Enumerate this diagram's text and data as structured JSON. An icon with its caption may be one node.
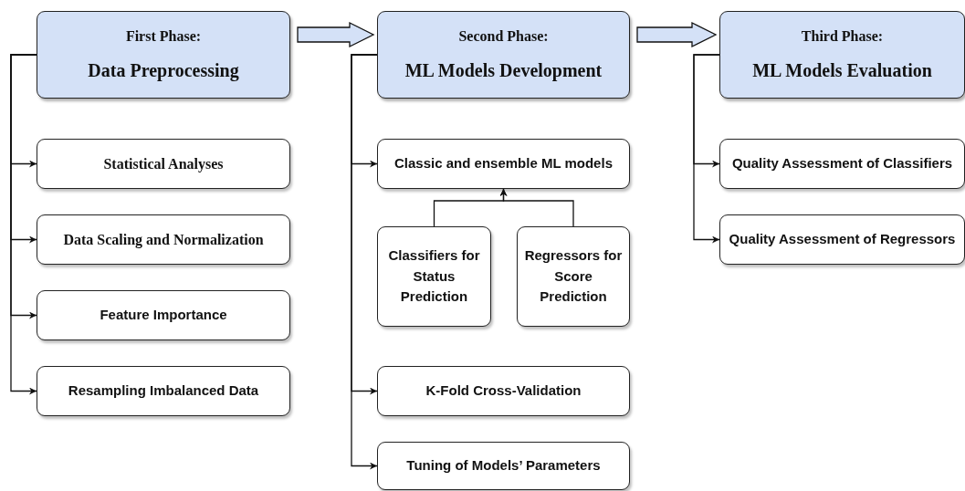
{
  "diagram": {
    "nodes": [
      {
        "text": [
          "First Phase:",
          "Data Preprocessing"
        ]
      },
      {
        "text": [
          "Second Phase:",
          "ML Models Development"
        ]
      },
      {
        "text": [
          "Third Phase:",
          "ML Models Evaluation"
        ]
      },
      {
        "text": [
          "Statistical Analyses"
        ]
      },
      {
        "text": [
          "Data Scaling and Normalization"
        ]
      },
      {
        "text": [
          "Feature Importance"
        ]
      },
      {
        "text": [
          "Resampling Imbalanced Data"
        ]
      },
      {
        "text": [
          "Classic and ensemble ML models"
        ]
      },
      {
        "text": [
          "Classifiers for Status Prediction"
        ]
      },
      {
        "text": [
          "Regressors for Score Prediction"
        ]
      },
      {
        "text": [
          "K-Fold Cross-Validation"
        ]
      },
      {
        "text": [
          "Tuning of Models’ Parameters"
        ]
      },
      {
        "text": [
          "Quality Assessment of Classifiers"
        ]
      },
      {
        "text": [
          "Quality Assessment of Regressors"
        ]
      }
    ],
    "edges": [
      {
        "from": 0,
        "to": 1,
        "arrow": "to",
        "style": "thick"
      },
      {
        "from": 1,
        "to": 2,
        "arrow": "to",
        "style": "thick"
      },
      {
        "from": 0,
        "to": 3,
        "arrow": "to"
      },
      {
        "from": 0,
        "to": 4,
        "arrow": "to"
      },
      {
        "from": 0,
        "to": 5,
        "arrow": "to"
      },
      {
        "from": 0,
        "to": 6,
        "arrow": "to"
      },
      {
        "from": 1,
        "to": 7,
        "arrow": "to"
      },
      {
        "from": 8,
        "to": 7,
        "arrow": "to"
      },
      {
        "from": 9,
        "to": 7,
        "arrow": "to"
      },
      {
        "from": 1,
        "to": 10,
        "arrow": "to"
      },
      {
        "from": 1,
        "to": 11,
        "arrow": "to"
      },
      {
        "from": 2,
        "to": 12,
        "arrow": "to"
      },
      {
        "from": 2,
        "to": 13,
        "arrow": "to"
      }
    ]
  }
}
